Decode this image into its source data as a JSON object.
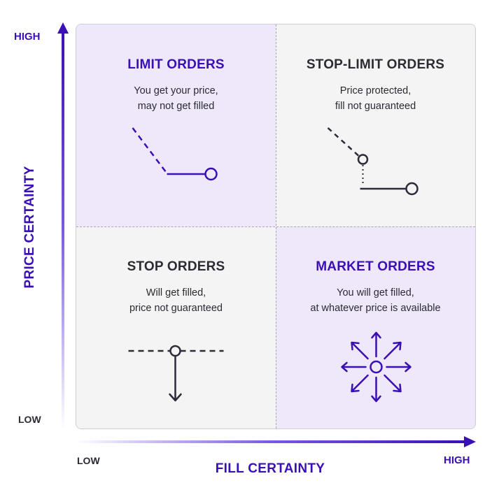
{
  "axes": {
    "y_title": "PRICE CERTAINTY",
    "y_high": "HIGH",
    "y_low": "LOW",
    "x_title": "FILL CERTAINTY",
    "x_low": "LOW",
    "x_high": "HIGH"
  },
  "quadrants": {
    "top_left": {
      "title": "LIMIT ORDERS",
      "line1": "You get your price,",
      "line2": "may not get filled",
      "icon": "limit-order-line-icon"
    },
    "top_right": {
      "title": "STOP-LIMIT ORDERS",
      "line1": "Price protected,",
      "line2": "fill not guaranteed",
      "icon": "stop-limit-line-icon"
    },
    "bottom_left": {
      "title": "STOP ORDERS",
      "line1": "Will get filled,",
      "line2": "price not guaranteed",
      "icon": "stop-order-arrow-icon"
    },
    "bottom_right": {
      "title": "MARKET ORDERS",
      "line1": "You will get filled,",
      "line2": "at whatever price is available",
      "icon": "market-burst-icon"
    }
  },
  "colors": {
    "accent": "#3a0fb6",
    "highlight_quadrant": "#efe8fb",
    "neutral_quadrant": "#f4f4f4",
    "icon_stroke": "#2b2b3a"
  }
}
